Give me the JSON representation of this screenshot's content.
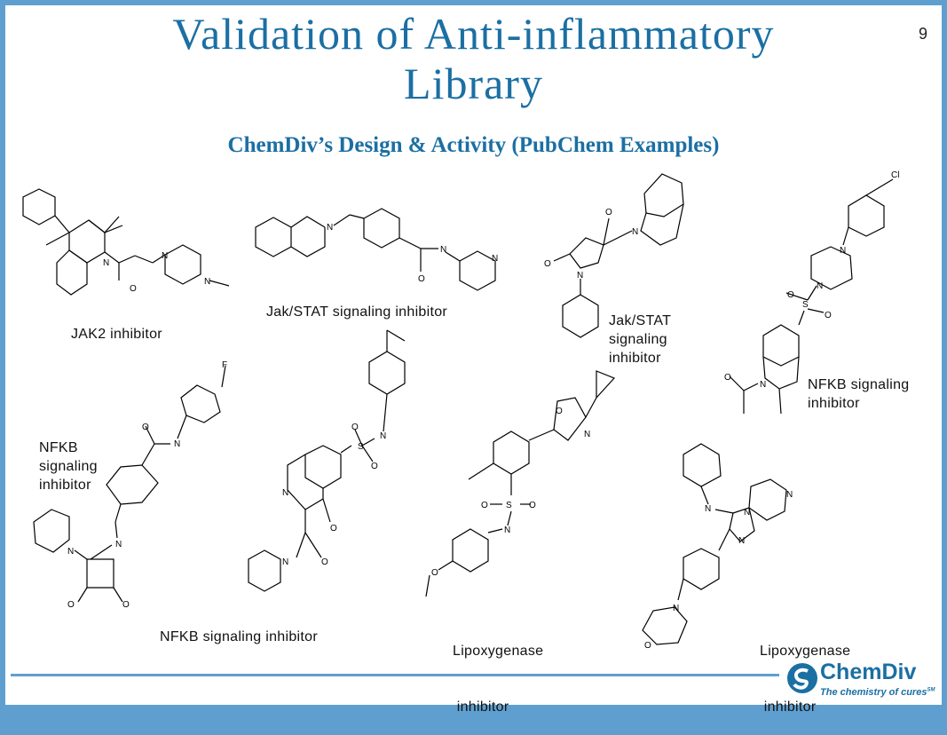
{
  "slide": {
    "title_line1": "Validation of Anti-inflammatory",
    "title_line2": "Library",
    "subtitle": "ChemDiv’s Design & Activity (PubChem Examples)",
    "page_number": "9"
  },
  "compounds": [
    {
      "label": "JAK2 inhibitor"
    },
    {
      "label": "Jak/STAT signaling inhibitor"
    },
    {
      "label_lines": [
        "Jak/STAT",
        "signaling",
        "inhibitor"
      ]
    },
    {
      "label_lines": [
        "NFKB signaling",
        "inhibitor"
      ]
    },
    {
      "label_lines": [
        "NFKB",
        "signaling",
        "inhibitor"
      ]
    },
    {
      "label": "NFKB signaling inhibitor"
    },
    {
      "label_lines": [
        "Lipoxygenase",
        " inhibitor"
      ]
    },
    {
      "label_lines": [
        "Lipoxygenase",
        " inhibitor"
      ]
    }
  ],
  "atoms": {
    "N": "N",
    "O": "O",
    "S": "S",
    "F": "F",
    "Cl": "Cl"
  },
  "logo": {
    "name": "ChemDiv",
    "tagline": "The chemistry of cures",
    "mark": "SM"
  },
  "colors": {
    "accent": "#1b6fa3",
    "border": "#5f9fd0"
  }
}
